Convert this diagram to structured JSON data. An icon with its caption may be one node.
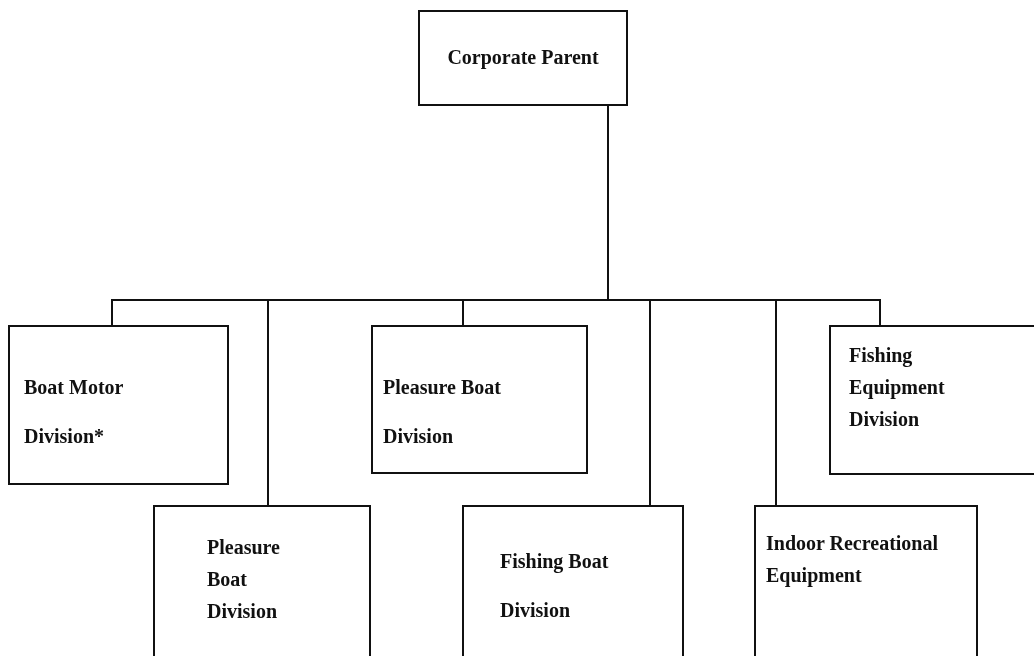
{
  "diagram": {
    "nodes": [
      {
        "text": [
          "Corporate Parent"
        ]
      },
      {
        "text": [
          "Boat Motor Division*"
        ]
      },
      {
        "text": [
          "Pleasure Boat Division"
        ]
      },
      {
        "text": [
          "Pleasure Boat Division"
        ]
      },
      {
        "text": [
          "Fishing Boat Division"
        ]
      },
      {
        "text": [
          "Indoor Recreational Equipment"
        ]
      },
      {
        "text": [
          "Fishing Equipment Division"
        ]
      }
    ],
    "edges": [
      {
        "from": 0,
        "to": 1,
        "arrow": "none"
      },
      {
        "from": 0,
        "to": 2,
        "arrow": "none"
      },
      {
        "from": 0,
        "to": 3,
        "arrow": "none"
      },
      {
        "from": 0,
        "to": 4,
        "arrow": "none"
      },
      {
        "from": 0,
        "to": 5,
        "arrow": "none"
      },
      {
        "from": 0,
        "to": 6,
        "arrow": "none"
      }
    ]
  }
}
